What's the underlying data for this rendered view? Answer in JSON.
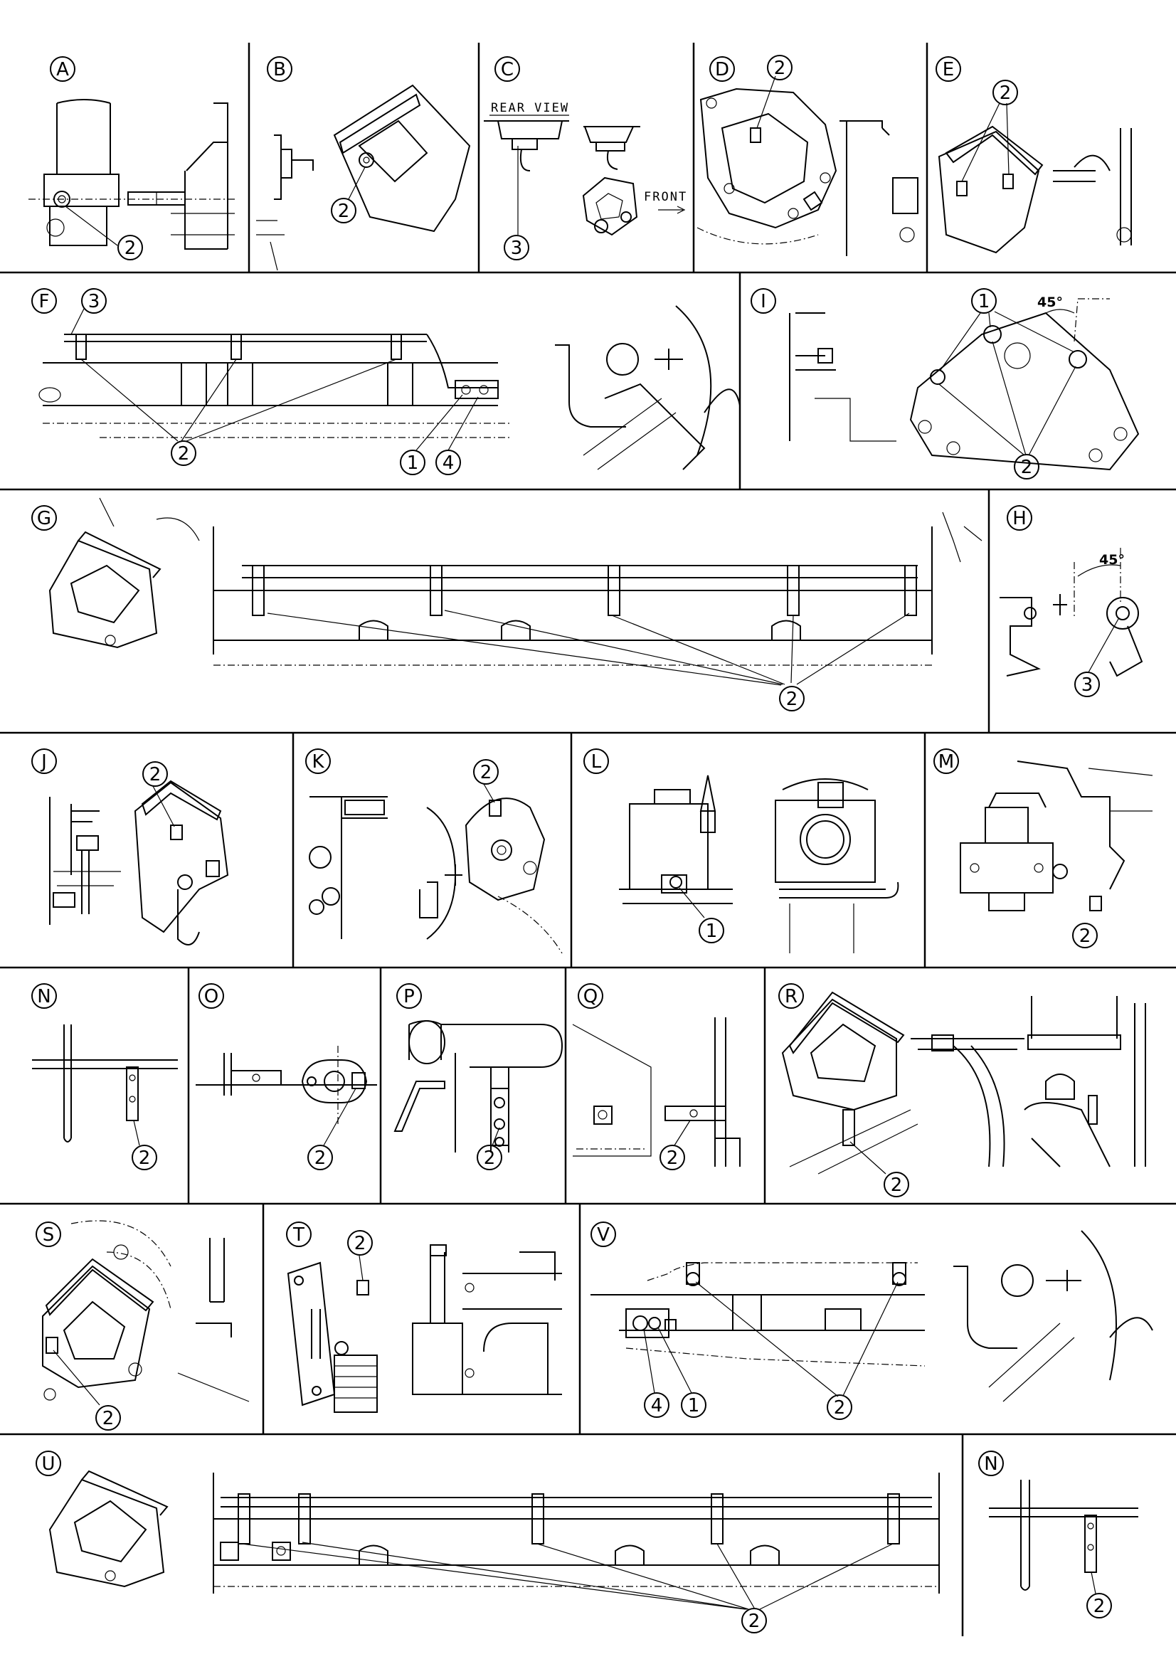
{
  "views": [
    {
      "key": "A",
      "callouts": [
        "2"
      ]
    },
    {
      "key": "B",
      "callouts": [
        "2"
      ]
    },
    {
      "key": "C",
      "callouts": [
        "3"
      ],
      "texts": [
        "REAR VIEW",
        "FRONT"
      ]
    },
    {
      "key": "D",
      "callouts": [
        "2"
      ]
    },
    {
      "key": "E",
      "callouts": [
        "2"
      ]
    },
    {
      "key": "F",
      "callouts": [
        "3",
        "2",
        "1",
        "4"
      ]
    },
    {
      "key": "I",
      "callouts": [
        "1",
        "2"
      ],
      "angle": "45°"
    },
    {
      "key": "G",
      "callouts": [
        "2"
      ]
    },
    {
      "key": "H",
      "callouts": [
        "3"
      ],
      "angle": "45°"
    },
    {
      "key": "J",
      "callouts": [
        "2"
      ]
    },
    {
      "key": "K",
      "callouts": [
        "2"
      ]
    },
    {
      "key": "L",
      "callouts": [
        "1"
      ]
    },
    {
      "key": "M",
      "callouts": [
        "2"
      ]
    },
    {
      "key": "N",
      "callouts": [
        "2"
      ]
    },
    {
      "key": "O",
      "callouts": [
        "2"
      ]
    },
    {
      "key": "P",
      "callouts": [
        "2"
      ]
    },
    {
      "key": "Q",
      "callouts": [
        "2"
      ]
    },
    {
      "key": "R",
      "callouts": [
        "2"
      ]
    },
    {
      "key": "S",
      "callouts": [
        "2"
      ]
    },
    {
      "key": "T",
      "callouts": [
        "2"
      ]
    },
    {
      "key": "V",
      "callouts": [
        "2",
        "4",
        "1"
      ]
    },
    {
      "key": "U",
      "callouts": [
        "2"
      ]
    },
    {
      "key": "N",
      "callouts": [
        "2"
      ]
    }
  ]
}
